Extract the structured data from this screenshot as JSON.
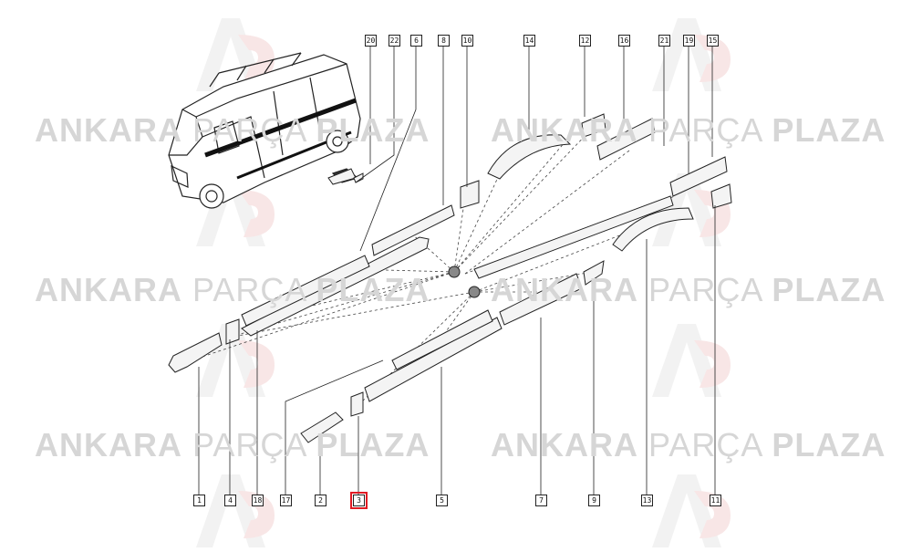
{
  "watermark": {
    "word1": "ANKARA",
    "word2": "PARÇA",
    "word3": "PLAZA",
    "logo_letters": "AP",
    "colors": {
      "text": "#d6d6d6",
      "logo_gray": "#e6e6e6",
      "logo_red": "#f4d4d4"
    }
  },
  "callouts_top": [
    "20",
    "22",
    "6",
    "8",
    "10",
    "14",
    "12",
    "16",
    "21",
    "19",
    "15"
  ],
  "callouts_bottom": [
    "1",
    "4",
    "18",
    "17",
    "2",
    "3",
    "5",
    "7",
    "9",
    "13",
    "11"
  ],
  "highlighted_callout": "3",
  "colors": {
    "line": "#222222",
    "highlight": "#e01b24",
    "part_fill": "#f2f2f2"
  }
}
